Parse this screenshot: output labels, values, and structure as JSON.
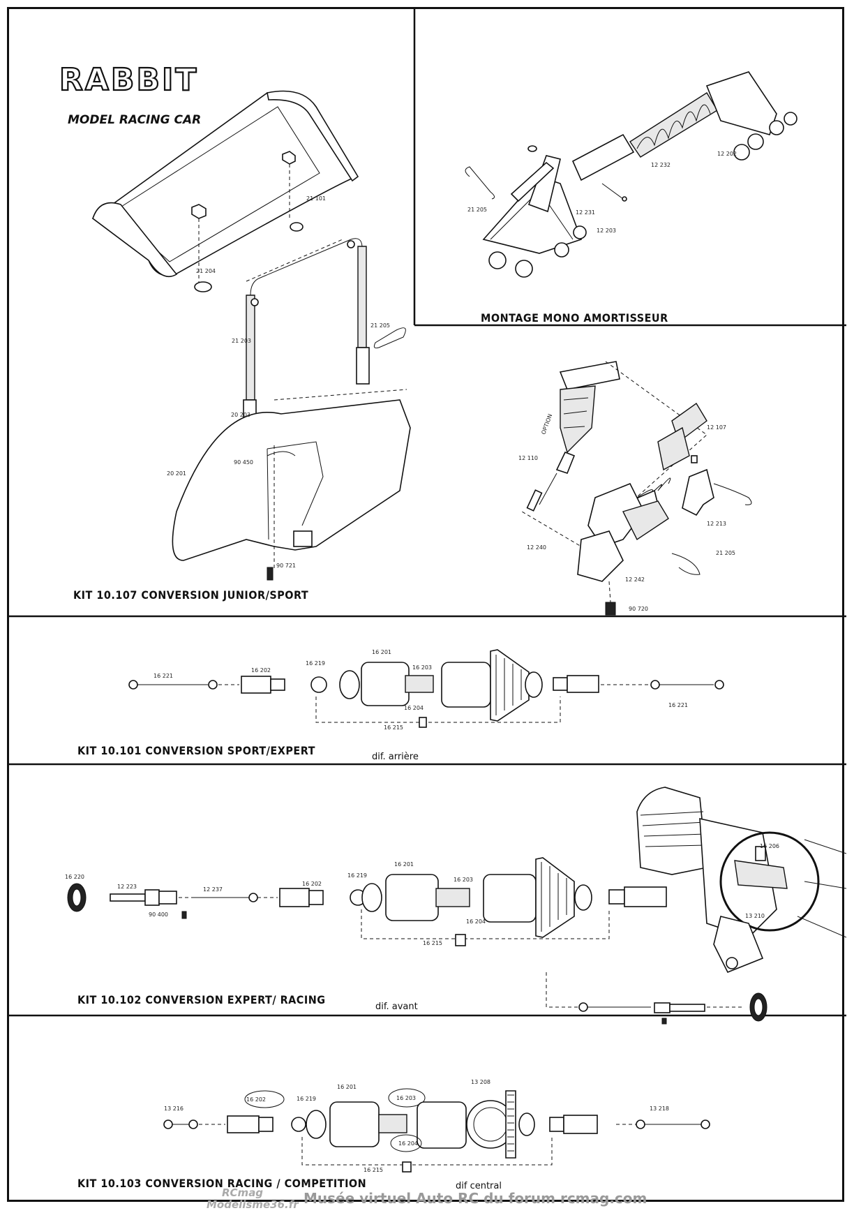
{
  "header": {
    "brand": "RABBIT",
    "subtitle": "MODEL RACING CAR"
  },
  "panels": {
    "wing": {
      "caption": "KIT 10.107 CONVERSION JUNIOR/SPORT",
      "labels": [
        "21 101",
        "21 204",
        "21 203",
        "21 205",
        "20 203",
        "90 450",
        "20 201",
        "90 721"
      ]
    },
    "mono": {
      "caption": "MONTAGE MONO AMORTISSEUR",
      "labels": [
        "12 232",
        "12 202",
        "21 205",
        "12 231",
        "12 203"
      ]
    },
    "shock": {
      "option": "OPTION",
      "labels": [
        "12 107",
        "12 110",
        "12 213",
        "12 240",
        "21 205",
        "12 242",
        "90 720"
      ]
    },
    "rear_diff": {
      "caption": "KIT 10.101  CONVERSION SPORT/EXPERT",
      "note": "dif. arrière",
      "labels": [
        "16 221",
        "16 202",
        "16 219",
        "16 201",
        "16 203",
        "16 204",
        "16 215",
        "16 221"
      ]
    },
    "front_diff": {
      "caption": "KIT 10.102  CONVERSION EXPERT/ RACING",
      "note": "dif. avant",
      "labels": [
        "16 220",
        "12 223",
        "90 400",
        "12 237",
        "16 202",
        "16 219",
        "16 201",
        "16 203",
        "16 204",
        "16 215",
        "16 206",
        "13 210"
      ]
    },
    "central_diff": {
      "caption": "KIT 10.103  CONVERSION RACING / COMPETITION",
      "note": "dif central",
      "labels": [
        "13 216",
        "16 202",
        "16 219",
        "16 201",
        "16 203",
        "13 208",
        "16 204",
        "16 215",
        "13 218"
      ]
    }
  },
  "footer": {
    "logo_top": "RCmag",
    "logo_bottom": "Modelisme36.fr",
    "text": "Musée virtuel Auto RC du forum rcmag.com"
  }
}
